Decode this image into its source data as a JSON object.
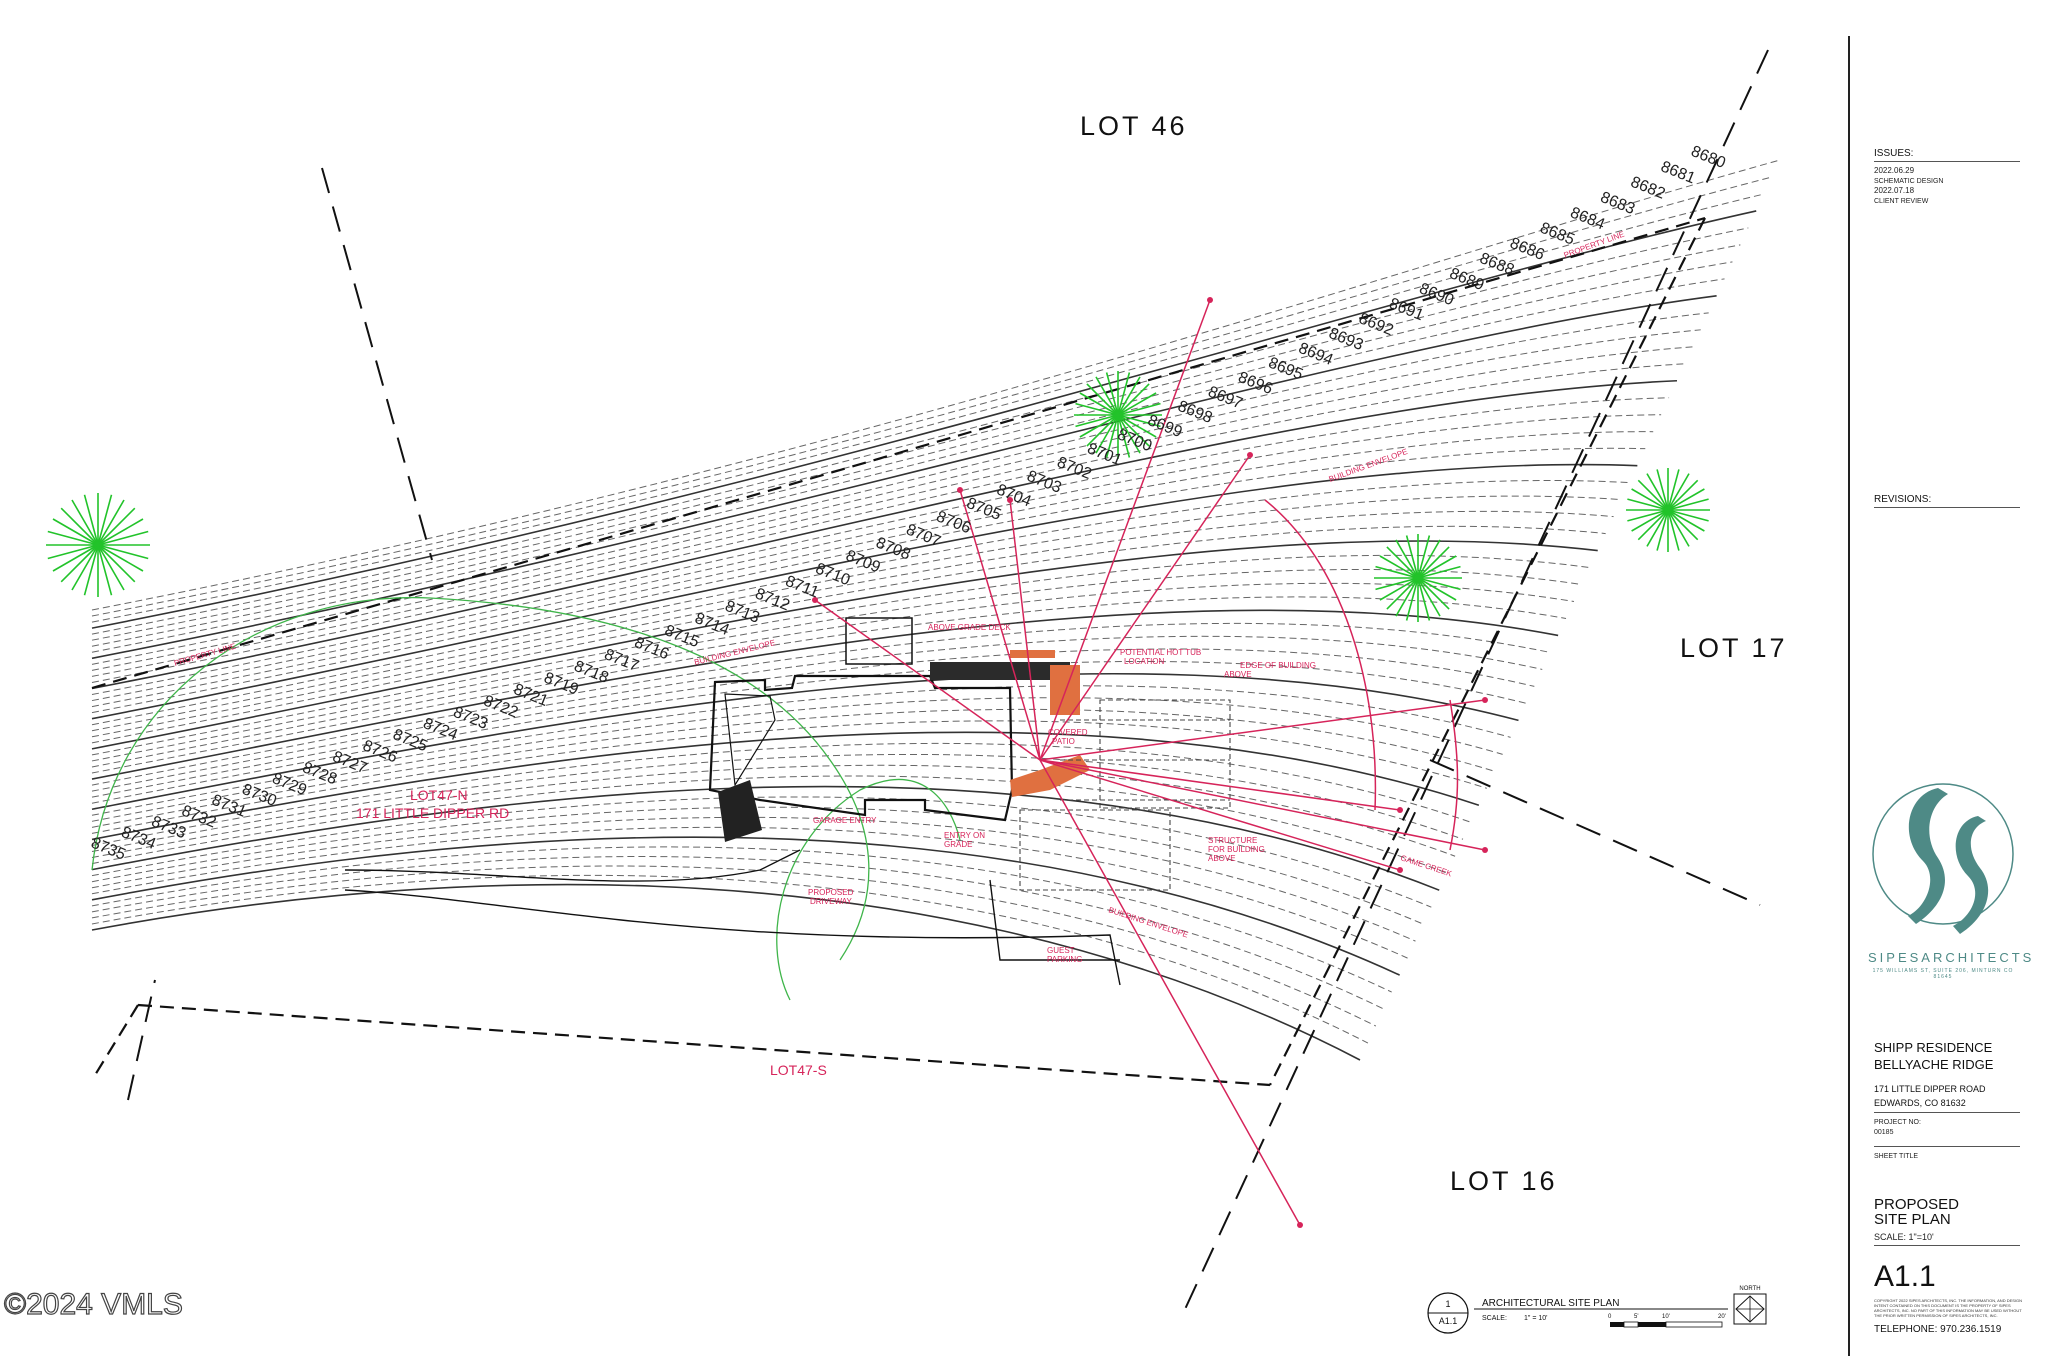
{
  "lots": {
    "lot46": "LOT 46",
    "lot17": "LOT 17",
    "lot16": "LOT 16",
    "lot47n": "LOT47-N",
    "address_on_plan": "171 LITTLE DIPPER RD",
    "lot47s": "LOT47-S"
  },
  "contours": [
    "8680",
    "8681",
    "8682",
    "8683",
    "8684",
    "8685",
    "8686",
    "8688",
    "8689",
    "8690",
    "8691",
    "8692",
    "8693",
    "8694",
    "8695",
    "8696",
    "8697",
    "8698",
    "8699",
    "8700",
    "8701",
    "8702",
    "8703",
    "8704",
    "8705",
    "8706",
    "8707",
    "8708",
    "8709",
    "8710",
    "8711",
    "8712",
    "8713",
    "8714",
    "8715",
    "8716",
    "8717",
    "8718",
    "8719",
    "8721",
    "8722",
    "8723",
    "8724",
    "8725",
    "8726",
    "8727",
    "8728",
    "8729",
    "8730",
    "8731",
    "8732",
    "8733",
    "8734",
    "8735"
  ],
  "annotations": {
    "above_grade_deck": "ABOVE GRADE DECK",
    "potential_hot_tub": "POTENTIAL HOT TUB",
    "location": "LOCATION",
    "edge_of_building": "EDGE OF BUILDING",
    "above": "ABOVE",
    "covered": "COVERED",
    "patio": "PATIO",
    "garage_entry": "GARAGE ENTRY",
    "entry_on": "ENTRY ON",
    "grade": "GRADE",
    "structure": "STRUCTURE",
    "for_building": "FOR BUILDING",
    "above2": "ABOVE",
    "proposed": "PROPOSED",
    "driveway": "DRIVEWAY",
    "guest": "GUEST",
    "parking": "PARKING",
    "building_envelope": "BUILDING ENVELOPE",
    "property_line": "PROPERTY LINE",
    "game_creek": "GAME CREEK"
  },
  "drawing_ref": {
    "number": "1",
    "sheet": "A1.1",
    "title": "ARCHITECTURAL SITE PLAN",
    "scale_label": "SCALE:",
    "scale_value": "1\" = 10'",
    "north": "NORTH",
    "scale_ticks": [
      "0",
      "5'",
      "10'",
      "20'"
    ]
  },
  "title_block": {
    "issues_label": "ISSUES:",
    "issue1_date": "2022.06.29",
    "issue1_desc": "SCHEMATIC DESIGN",
    "issue2_date": "2022.07.18",
    "issue2_desc": "CLIENT REVIEW",
    "revisions_label": "REVISIONS:",
    "firm": "SIPESARCHITECTS",
    "firm_address": "175 WILLIAMS ST, SUITE 206, MINTURN CO 81645",
    "project_line1": "SHIPP RESIDENCE",
    "project_line2": "BELLYACHE RIDGE",
    "address_line1": "171 LITTLE DIPPER ROAD",
    "address_line2": "EDWARDS, CO 81632",
    "project_no_label": "PROJECT NO:",
    "project_no": "00185",
    "sheet_title_label": "SHEET TITLE",
    "sheet_title1": "PROPOSED",
    "sheet_title2": "SITE PLAN",
    "scale": "SCALE: 1\"=10'",
    "sheet_number": "A1.1",
    "copyright": "COPYRIGHT 2022 SIPES ARCHITECTS, INC. THE INFORMATION, AND DESIGN INTENT CONTAINED ON THIS DOCUMENT IS THE PROPERTY OF SIPES ARCHITECTS, INC. NO PART OF THIS INFORMATION MAY BE USED WITHOUT THE PRIOR WRITTEN PERMISSION OF SIPES ARCHITECTS, INC.",
    "telephone": "TELEPHONE: 970.236.1519"
  },
  "watermark": "©2024 VMLS",
  "colors": {
    "linework": "#1a1a1a",
    "annotation_red": "#d6245a",
    "tree_green": "#22c32a",
    "logo_teal": "#4e8a86"
  }
}
